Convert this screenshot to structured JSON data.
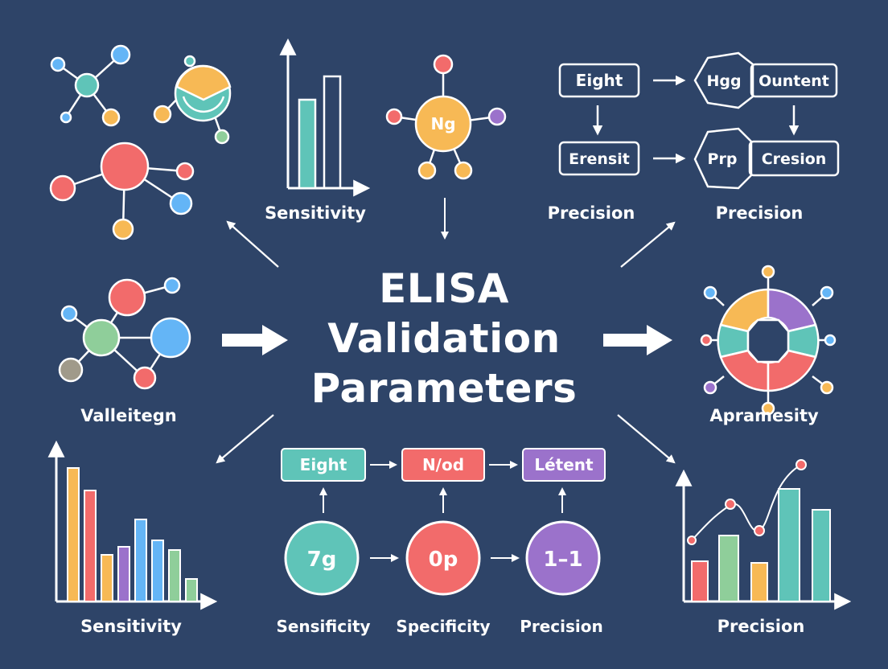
{
  "title": {
    "line1": "ELISA",
    "line2": "Validation",
    "line3": "Parameters"
  },
  "labels": {
    "top_bar_chart": "Sensitivity",
    "top_flow_left": "Precision",
    "top_flow_right": "Precision",
    "left_network": "Valleitegn",
    "right_ring": "Apramesity",
    "bottom_bar_chart": "Sensitivity",
    "bottom_right_chart": "Precision",
    "circle_left": "Sensificity",
    "circle_mid": "Specificity",
    "circle_right": "Precision"
  },
  "center_node": "Ng",
  "flowchart": {
    "box_eight": "Eight",
    "box_hgg": "Hgg",
    "box_ountent": "Ountent",
    "box_erensit": "Erensit",
    "box_prp": "Prp",
    "box_cresion": "Cresion"
  },
  "pill_row": [
    "Eight",
    "N/od",
    "Létent"
  ],
  "circle_row": [
    "7g",
    "0p",
    "1–1"
  ],
  "colors": {
    "background": "#2e4468",
    "teal": "#5fc4b8",
    "red": "#f26b6b",
    "orange": "#f7b955",
    "purple": "#9b72cb",
    "blue": "#64b5f6",
    "green": "#8fce9a",
    "white": "#ffffff"
  }
}
